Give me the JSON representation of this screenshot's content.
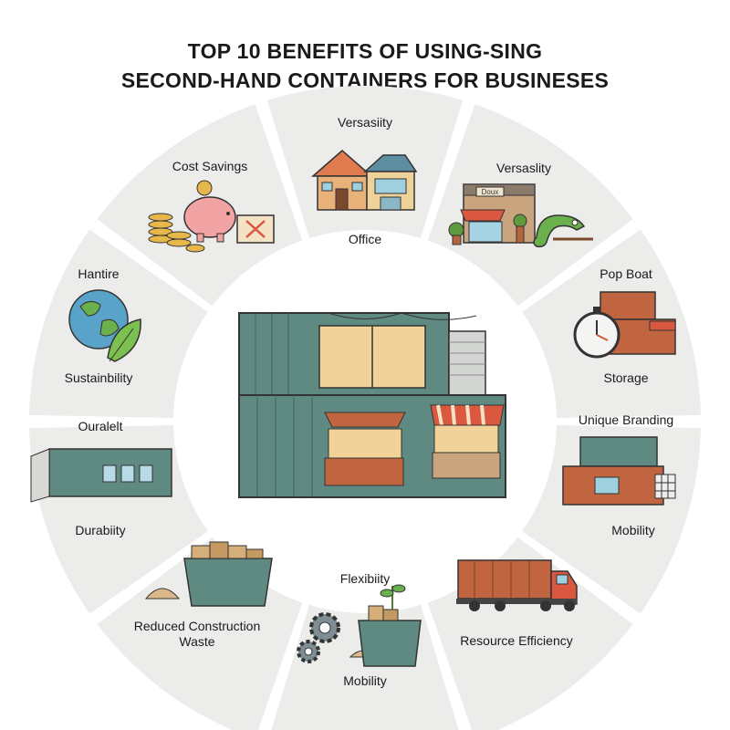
{
  "title": {
    "line1": "TOP 10 BENEFITS OF USING-SING",
    "line2": "SECOND-HAND CONTAINERS FOR BUSINESES"
  },
  "segments": [
    {
      "top_label": "Versasiity",
      "bottom_label": "Office"
    },
    {
      "top_label": "Versaslity"
    },
    {
      "top_label": "Pop Boat",
      "bottom_label": "Storage"
    },
    {
      "top_label": "Unique Branding",
      "bottom_label": "Mobility"
    },
    {
      "bottom_label": "Resource Efficiency"
    },
    {
      "top_label": "Flexibiity",
      "bottom_label": "Mobility"
    },
    {
      "bottom_label": "Reduced Construction Waste"
    },
    {
      "top_label": "Ouralelt",
      "bottom_label": "Durabiity"
    },
    {
      "top_label": "Hantire",
      "bottom_label": "Sustainbility"
    },
    {
      "top_label": "Cost Savings"
    }
  ],
  "center_sign": "Doux",
  "colors": {
    "segment_fill": "#ececea",
    "container_teal": "#5f8a82",
    "container_rust": "#c0653f",
    "awning_red": "#d9583f"
  }
}
